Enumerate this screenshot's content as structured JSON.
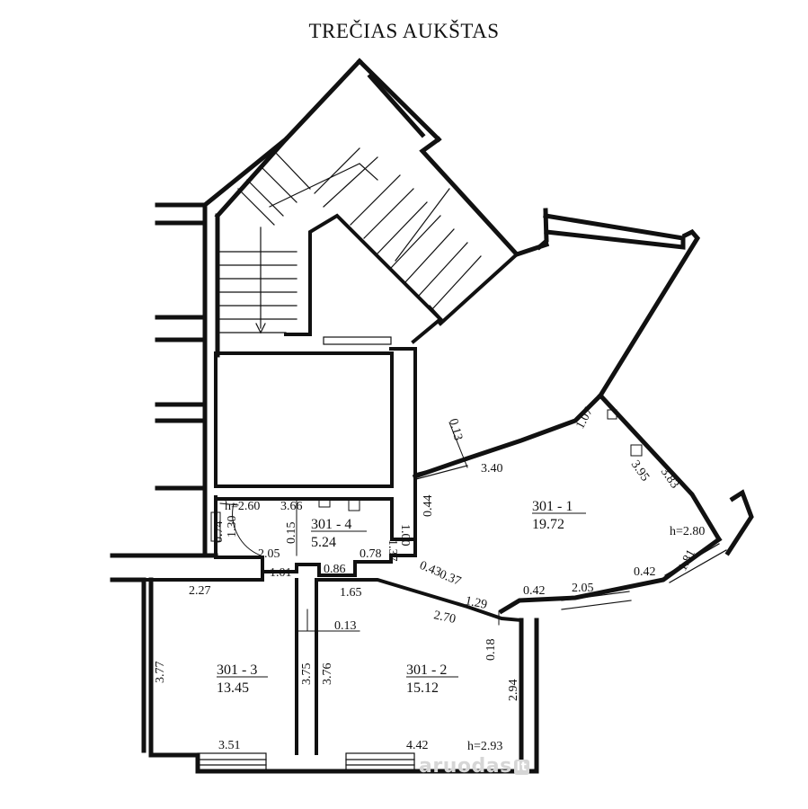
{
  "title": "TREČIAS AUKŠTAS",
  "watermark": {
    "brand": "aruodas",
    "tld": "lt"
  },
  "rooms": [
    {
      "id": "301 - 1",
      "area": "19.72"
    },
    {
      "id": "301 - 2",
      "area": "15.12"
    },
    {
      "id": "301 - 3",
      "area": "13.45"
    },
    {
      "id": "301 - 4",
      "area": "5.24"
    }
  ],
  "heights": [
    "h=2.60",
    "h=2.80",
    "h=2.93"
  ],
  "dimensions": [
    "3.66",
    "0.15",
    "1.30",
    "0.74",
    "2.05",
    "1.01",
    "0.86",
    "0.78",
    "1.37",
    "1.00",
    "0.44",
    "0.13",
    "3.40",
    "1.07",
    "3.95",
    "3.83",
    "1.81",
    "0.42",
    "2.05",
    "0.42",
    "1.29",
    "0.43",
    "0.37",
    "2.70",
    "0.18",
    "2.94",
    "1.65",
    "0.13",
    "3.75",
    "3.76",
    "2.27",
    "3.77",
    "3.51",
    "4.42"
  ],
  "colors": {
    "line": "#111111",
    "watermark": "#d6d6d6"
  }
}
